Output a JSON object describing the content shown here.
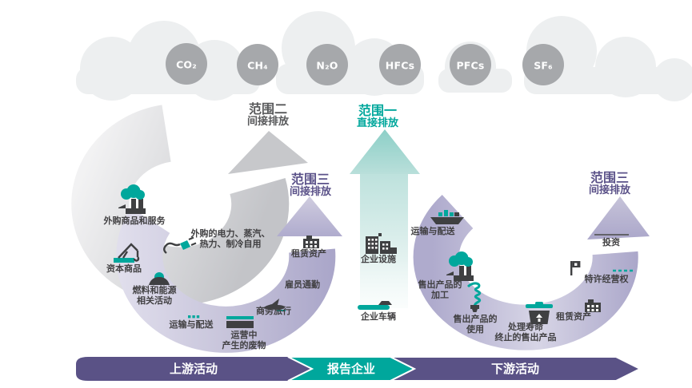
{
  "gases": [
    "CO₂",
    "CH₄",
    "N₂O",
    "HFCs",
    "PFCs",
    "SF₆"
  ],
  "scopes": {
    "scope2": {
      "title": "范围二",
      "subtitle": "间接排放"
    },
    "scope1": {
      "title": "范围一",
      "subtitle": "直接排放"
    },
    "scope3_upstream": {
      "title": "范围三",
      "subtitle": "间接排放"
    },
    "scope3_downstream": {
      "title": "范围三",
      "subtitle": "间接排放"
    }
  },
  "upstream": {
    "purchased_goods": "外购商品和服务",
    "capital_goods": "资本商品",
    "fuel_energy_line1": "燃料和能源",
    "fuel_energy_line2": "相关活动",
    "purchased_energy_line1": "外购的电力、蒸汽、",
    "purchased_energy_line2": "热力、制冷自用",
    "transport": "运输与配送",
    "waste_line1": "运营中",
    "waste_line2": "产生的废物",
    "business_travel": "商务旅行",
    "commuting": "雇员通勤",
    "leased_assets": "租赁资产"
  },
  "reporting": {
    "facilities": "企业设施",
    "vehicles": "企业车辆"
  },
  "downstream": {
    "transport": "运输与配送",
    "processing_line1": "售出产品的",
    "processing_line2": "加工",
    "use_line1": "售出产品的",
    "use_line2": "使用",
    "eol_line1": "处理寿命",
    "eol_line2": "终止的售出产品",
    "leased_assets": "租赁资产",
    "franchises": "特许经营权",
    "investments": "投资"
  },
  "bottom_bar": {
    "upstream": "上游活动",
    "reporting": "报告企业",
    "downstream": "下游活动"
  },
  "colors": {
    "teal": "#00a79c",
    "purple_text": "#5b5289",
    "bar_purple": "#5a5286",
    "band_purple": "#a8a4c8",
    "band_gray": "#c3c4c8",
    "icon_dark": "#3f4042",
    "cloud": "#edeff0",
    "gas_circle": "#a6a8ab"
  }
}
